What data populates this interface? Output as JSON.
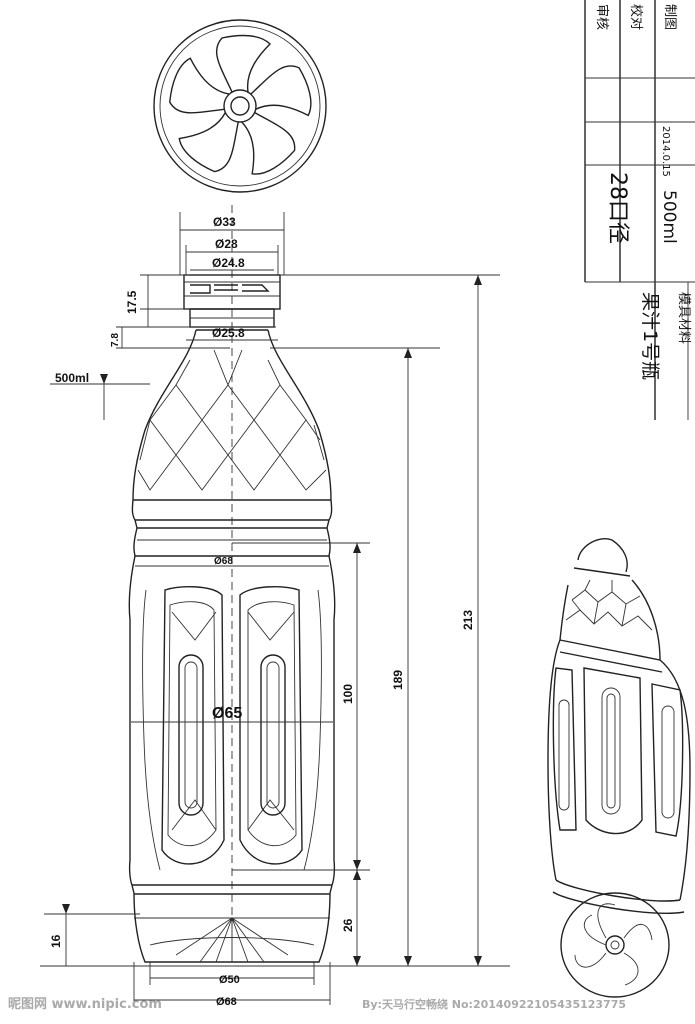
{
  "dimensions": {
    "d33": "Ø33",
    "d28": "Ø28",
    "d248": "Ø24.8",
    "h175": "17.5",
    "h78": "7.8",
    "d258": "Ø25.8",
    "vol_marker": "500ml",
    "d68_top": "Ø68",
    "d65": "Ø65",
    "h100": "100",
    "h189": "189",
    "h213": "213",
    "h26": "26",
    "h16": "16",
    "d50": "Ø50",
    "d68_bottom": "Ø68"
  },
  "title_block": {
    "cell_drawn": "制图",
    "cell_check": "校对",
    "cell_review": "审核",
    "date": "2014.0.15",
    "neck": "28口径",
    "capacity": "500ml",
    "name": "果汁1号瓶",
    "material": "模具材料"
  },
  "watermark": {
    "site": "昵图网 www.nipic.com",
    "credit": "By:天马行空畅绕 No:20140922105435123775"
  }
}
